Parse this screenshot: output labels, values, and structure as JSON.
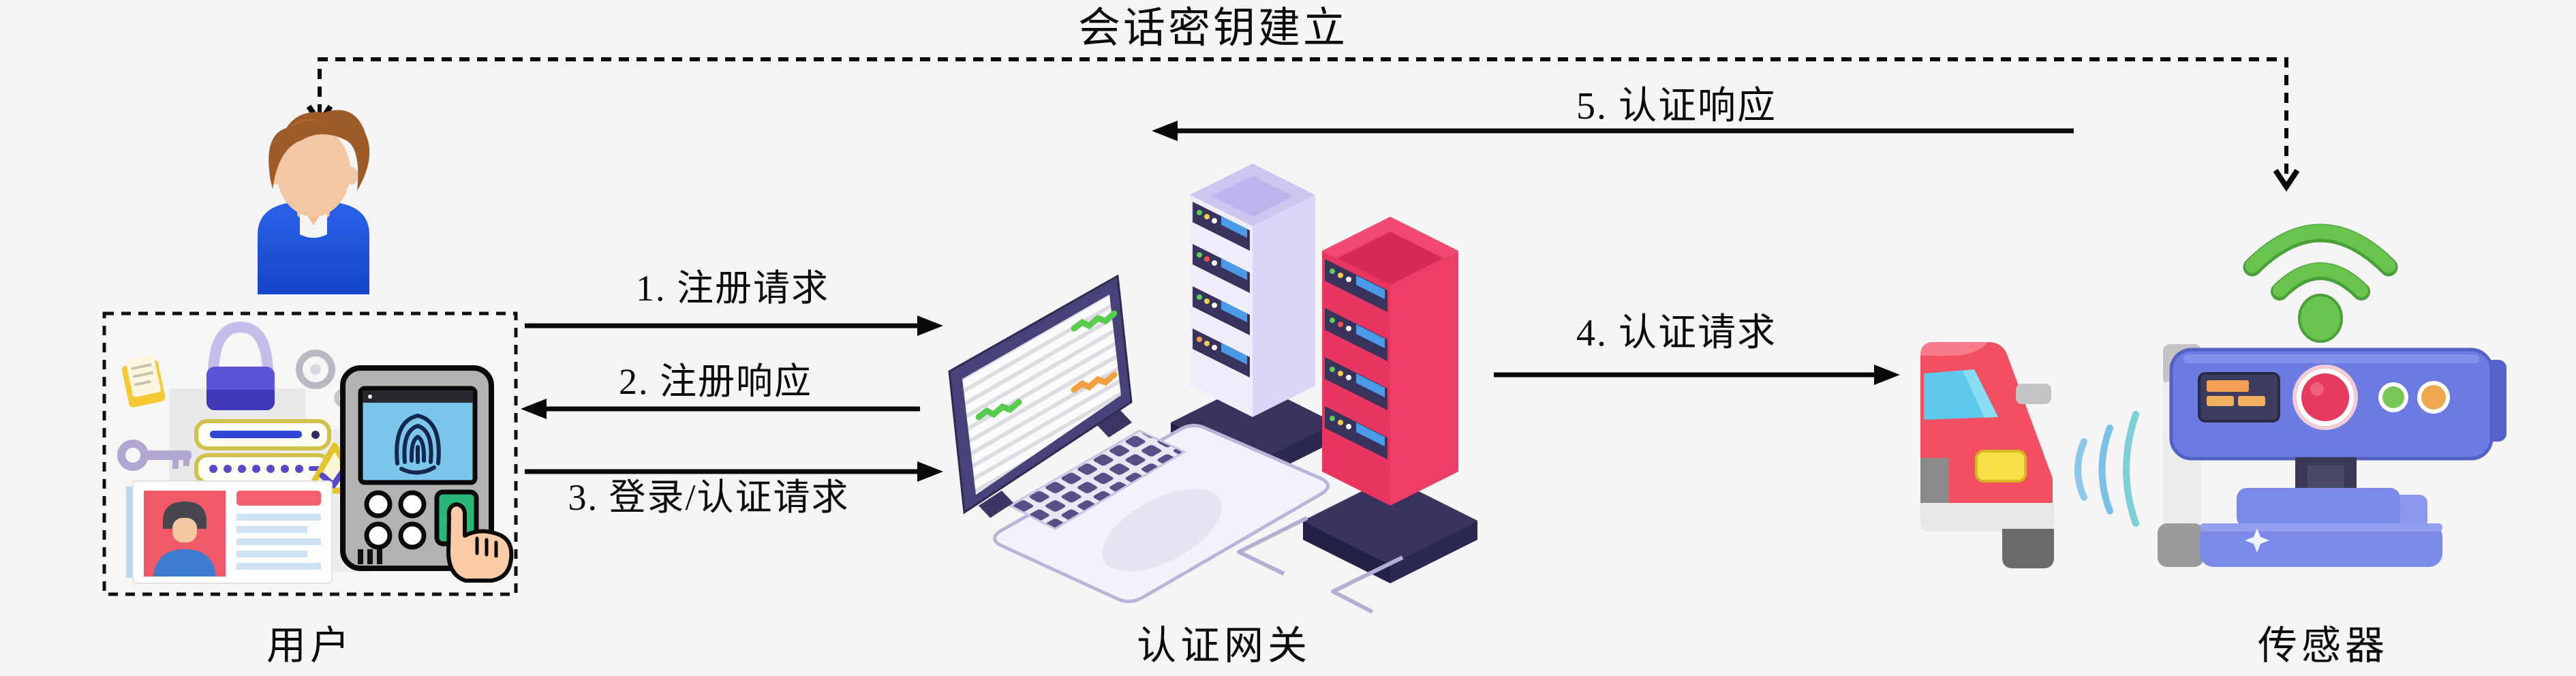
{
  "page": {
    "background": "#f5f5f6"
  },
  "diagram": {
    "title": "会话密钥建立",
    "nodes": [
      {
        "id": "user",
        "label": "用户",
        "icons": [
          "user-avatar-icon",
          "padlock-icon",
          "key-icon",
          "password-field-icon",
          "id-card-icon",
          "fingerprint-scanner-icon",
          "gear-icon",
          "warning-check-icon",
          "document-icon"
        ]
      },
      {
        "id": "gateway",
        "label": "认证网关",
        "icons": [
          "laptop-icon",
          "server-rack-icon",
          "server-rack-icon",
          "network-cable-icon"
        ]
      },
      {
        "id": "sensor",
        "label": "传感器",
        "icons": [
          "wifi-icon",
          "car-icon",
          "signal-waves-icon",
          "sensor-camera-icon"
        ]
      }
    ],
    "messages": [
      {
        "seq": "1",
        "label": "1. 注册请求",
        "from": "用户",
        "to": "认证网关",
        "style": "solid",
        "direction": "right"
      },
      {
        "seq": "2",
        "label": "2. 注册响应",
        "from": "认证网关",
        "to": "用户",
        "style": "solid",
        "direction": "left"
      },
      {
        "seq": "3",
        "label": "3. 登录/认证请求",
        "from": "用户",
        "to": "认证网关",
        "style": "solid",
        "direction": "right"
      },
      {
        "seq": "4",
        "label": "4. 认证请求",
        "from": "认证网关",
        "to": "传感器",
        "style": "solid",
        "direction": "right"
      },
      {
        "seq": "5",
        "label": "5. 认证响应",
        "from": "传感器",
        "to": "认证网关",
        "style": "solid",
        "direction": "left"
      },
      {
        "seq": "",
        "label": "会话密钥建立",
        "from": "用户",
        "to": "传感器",
        "style": "dashed",
        "direction": "both"
      }
    ],
    "colors": {
      "background": "#f5f5f6",
      "line_black": "#0a0a0a",
      "user_shirt_blue": "#1e53e0",
      "hair_brown": "#9d5b28",
      "skin": "#f2c7a5",
      "lock_purple": "#5b54d9",
      "password_border_yellow": "#d2c148",
      "id_photo_red": "#f15868",
      "scanner_gray": "#b3b1b1",
      "scanner_screen_blue": "#7cc6ec",
      "scanner_button_green": "#27b877",
      "laptop_frame_navy": "#48427a",
      "keyboard_lavender": "#e9e7f6",
      "chart_green": "#58cc4e",
      "chart_orange": "#f0a040",
      "server_left_lavender": "#f0edfb",
      "server_right_red": "#ee3d68",
      "server_slat_navy": "#37335c",
      "car_red": "#f25060",
      "car_window_blue": "#5cc8ec",
      "headlight_yellow": "#f8e048",
      "sensor_body_blue": "#6b7be2",
      "sensor_button_red": "#e83a5e",
      "wifi_green": "#68c44e",
      "signal_blue": "#7cc0e8"
    }
  }
}
